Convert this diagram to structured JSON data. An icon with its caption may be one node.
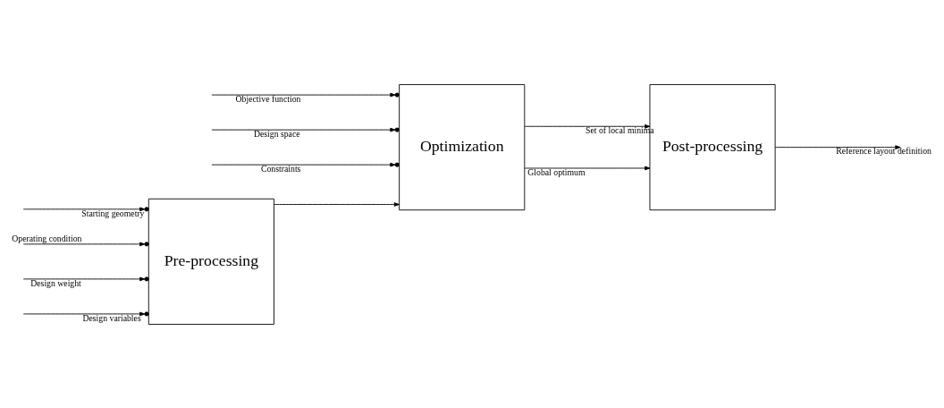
{
  "diagram": {
    "nodes": [
      {
        "text": [
          "Pre-processing"
        ]
      },
      {
        "text": [
          "Optimization"
        ]
      },
      {
        "text": [
          "Post-processing"
        ]
      }
    ],
    "edges": [
      {
        "from": null,
        "to": 0,
        "arrow": "to",
        "label": "Starting geometry"
      },
      {
        "from": null,
        "to": 0,
        "arrow": "to",
        "label": "Operating condition"
      },
      {
        "from": null,
        "to": 0,
        "arrow": "to",
        "label": "Design weight"
      },
      {
        "from": null,
        "to": 0,
        "arrow": "to",
        "label": "Design variables"
      },
      {
        "from": 0,
        "to": 1,
        "arrow": "to"
      },
      {
        "from": null,
        "to": 1,
        "arrow": "to",
        "label": "Objective function"
      },
      {
        "from": null,
        "to": 1,
        "arrow": "to",
        "label": "Design space"
      },
      {
        "from": null,
        "to": 1,
        "arrow": "to",
        "label": "Constraints"
      },
      {
        "from": 1,
        "to": 2,
        "arrow": "to",
        "label": "Global optimum"
      },
      {
        "from": 1,
        "to": 2,
        "arrow": "to",
        "label": "Set of local minima"
      },
      {
        "from": 2,
        "to": null,
        "arrow": "to",
        "label": "Reference layout definition"
      }
    ]
  }
}
